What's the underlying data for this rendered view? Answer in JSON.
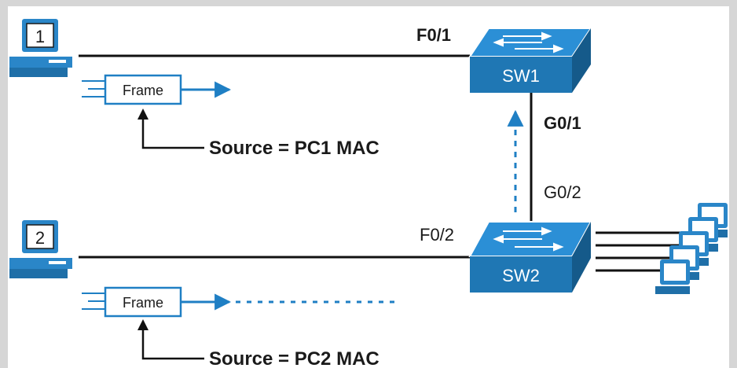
{
  "pcs": [
    {
      "number": "1"
    },
    {
      "number": "2"
    }
  ],
  "switches": [
    {
      "name": "SW1"
    },
    {
      "name": "SW2"
    }
  ],
  "ports": {
    "sw1_access": "F0/1",
    "sw1_uplink": "G0/1",
    "sw2_uplink": "G0/2",
    "sw2_access": "F0/2"
  },
  "frames": [
    {
      "label": "Frame",
      "source_note": "Source = PC1 MAC"
    },
    {
      "label": "Frame",
      "source_note": "Source = PC2 MAC"
    }
  ],
  "colors": {
    "switch_body": "#1f77b4",
    "switch_top": "#2b8fd6",
    "device_blue": "#2a86c8",
    "arrow_blue": "#1f7fc4",
    "link_black": "#111111",
    "border_gray": "#d6d6d6"
  },
  "icons": {
    "pc": "pc-icon",
    "switch": "switch-icon",
    "frame": "frame-icon",
    "arrow": "arrow-right-icon"
  }
}
